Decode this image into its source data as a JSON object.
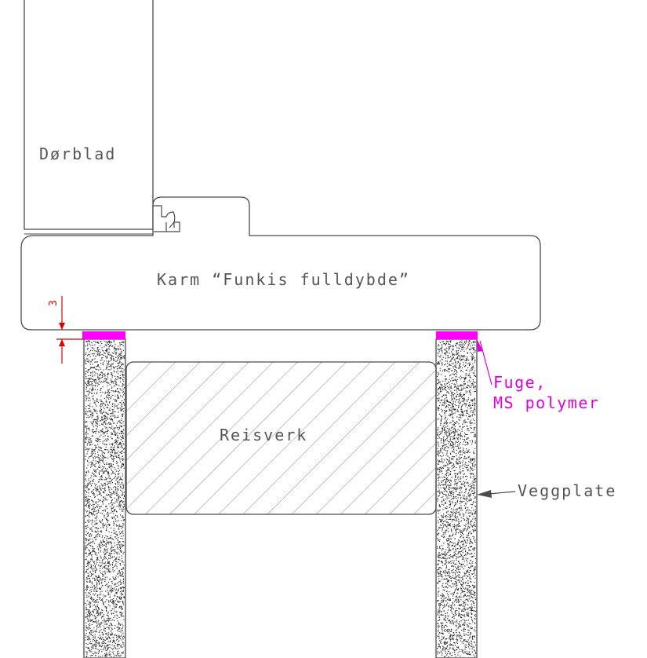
{
  "labels": {
    "door_leaf": "Dørblad",
    "frame": "Karm “Funkis fulldybde”",
    "stud": "Reisverk",
    "wall_board": "Veggplate",
    "joint_line1": "Fuge,",
    "joint_line2": "MS polymer",
    "dimension": "3"
  },
  "colors": {
    "line": "#4a4a4a",
    "joint": "#ff00ff",
    "dimension": "#e00000",
    "board_fill": "#ffffff",
    "speckle": "#2a2a2a"
  }
}
